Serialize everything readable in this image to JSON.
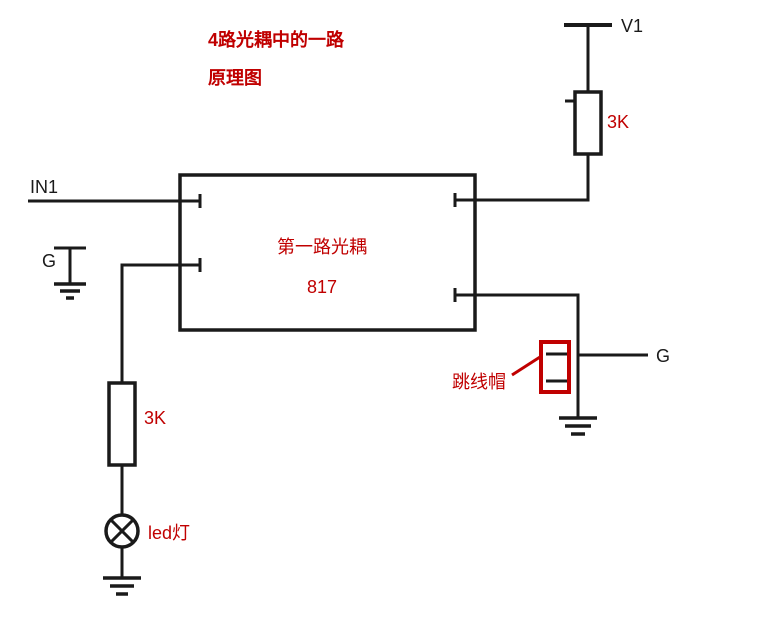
{
  "colors": {
    "red": "#c00000",
    "black": "#1a1a1a"
  },
  "title": {
    "line1": "4路光耦中的一路",
    "line2": "原理图"
  },
  "power": {
    "v1_label": "V1"
  },
  "resistors": {
    "r1_label": "3K",
    "r2_label": "3K"
  },
  "optocoupler": {
    "name": "第一路光耦",
    "part": "817"
  },
  "input": {
    "in1_label": "IN1"
  },
  "grounds": {
    "left_label": "G",
    "right_label": "G"
  },
  "led": {
    "label": "led灯"
  },
  "jumper": {
    "label": "跳线帽"
  }
}
